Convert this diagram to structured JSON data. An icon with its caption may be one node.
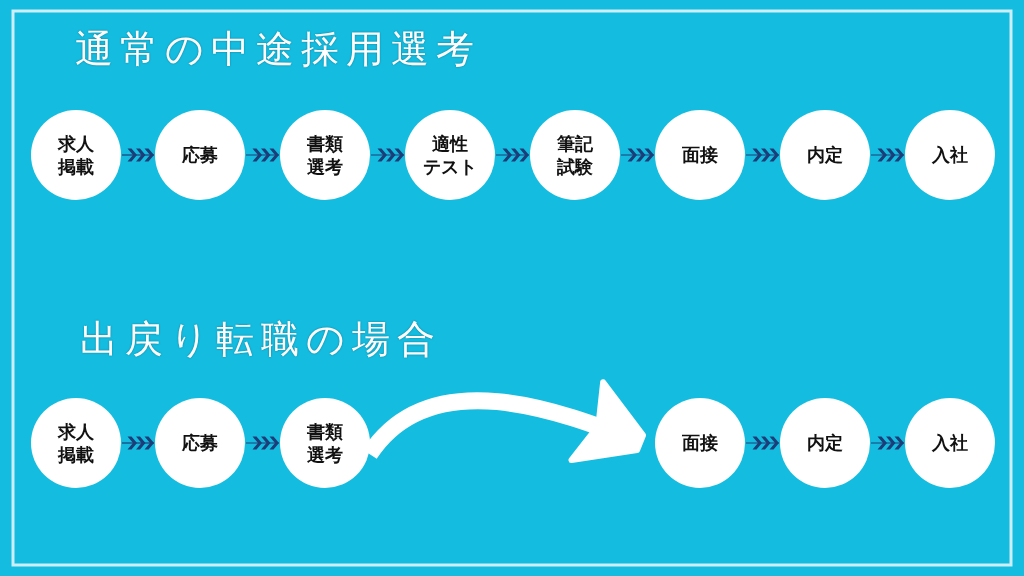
{
  "diagram": {
    "nodes": [
      {
        "text": [
          "求人掲載"
        ]
      },
      {
        "text": [
          "応募"
        ]
      },
      {
        "text": [
          "書類選考"
        ]
      },
      {
        "text": [
          "適性テスト"
        ]
      },
      {
        "text": [
          "筆記試験"
        ]
      },
      {
        "text": [
          "面接"
        ]
      },
      {
        "text": [
          "内定"
        ]
      },
      {
        "text": [
          "入社"
        ]
      },
      {
        "text": [
          "求人掲載"
        ]
      },
      {
        "text": [
          "応募"
        ]
      },
      {
        "text": [
          "書類選考"
        ]
      },
      {
        "text": [
          "面接"
        ]
      },
      {
        "text": [
          "内定"
        ]
      },
      {
        "text": [
          "入社"
        ]
      }
    ],
    "edges": [
      {
        "from": 0,
        "to": 1,
        "arrow": "to"
      },
      {
        "from": 1,
        "to": 2,
        "arrow": "to"
      },
      {
        "from": 2,
        "to": 3,
        "arrow": "to"
      },
      {
        "from": 3,
        "to": 4,
        "arrow": "to"
      },
      {
        "from": 4,
        "to": 5,
        "arrow": "to"
      },
      {
        "from": 5,
        "to": 6,
        "arrow": "to"
      },
      {
        "from": 6,
        "to": 7,
        "arrow": "to"
      },
      {
        "from": 8,
        "to": 9,
        "arrow": "to"
      },
      {
        "from": 9,
        "to": 10,
        "arrow": "to"
      },
      {
        "from": 10,
        "to": 11,
        "arrow": "to",
        "style": "thick",
        "color": "#ffffff"
      },
      {
        "from": 11,
        "to": 12,
        "arrow": "to"
      },
      {
        "from": 12,
        "to": 13,
        "arrow": "to"
      }
    ],
    "labels": [
      "通常の中途採用選考",
      "出戻り転職の場合"
    ]
  }
}
